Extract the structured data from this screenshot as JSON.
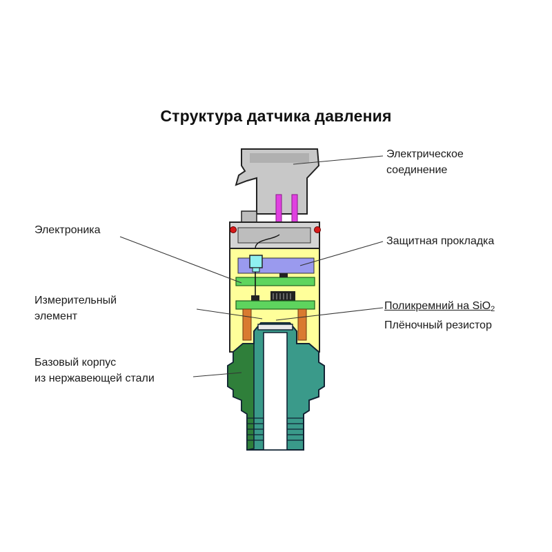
{
  "diagram": {
    "title": "Структура датчика давления",
    "labels": {
      "electrical_connection": [
        "Электрическое",
        "соединение"
      ],
      "electronics": "Электроника",
      "protective_gasket": "Защитная прокладка",
      "measuring_element": [
        "Измерительный",
        "элемент"
      ],
      "polysilicon_prefix": "Поликремний на SiO",
      "polysilicon_subscript": "2",
      "film_resistor": "Плёночный резистор",
      "base_body": [
        "Базовый корпус",
        "из нержавеющей стали"
      ]
    },
    "colors": {
      "connector_gray": "#c8c8c8",
      "pins_magenta": "#e040e0",
      "housing_yellow": "#ffff9a",
      "board_green": "#5ed45e",
      "gasket_blue": "#9a9aee",
      "sensor_cyan": "#8ff0f0",
      "resistor_orange": "#d97a30",
      "body_teal": "#3a9a8a",
      "body_green": "#2f7f3a",
      "oring_red": "#d81a1a"
    }
  }
}
